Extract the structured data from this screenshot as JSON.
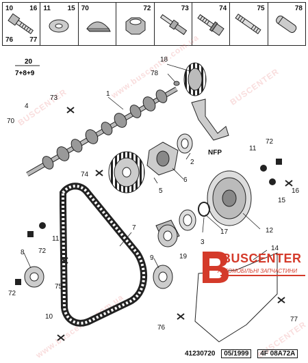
{
  "legend_cells": [
    {
      "tl": "10",
      "tr": "16",
      "bl": "76",
      "br": "77",
      "icon": "bolt-icon"
    },
    {
      "tl": "11",
      "tr": "15",
      "bl": "",
      "br": "",
      "icon": "washer-icon"
    },
    {
      "tl": "70",
      "tr": "",
      "bl": "",
      "br": "",
      "icon": "woodruff-key-icon"
    },
    {
      "tl": "",
      "tr": "72",
      "bl": "",
      "br": "",
      "icon": "nut-icon"
    },
    {
      "tl": "",
      "tr": "73",
      "bl": "",
      "br": "",
      "icon": "stud-icon"
    },
    {
      "tl": "",
      "tr": "74",
      "bl": "",
      "br": "",
      "icon": "flange-bolt-icon"
    },
    {
      "tl": "",
      "tr": "75",
      "bl": "",
      "br": "",
      "icon": "threaded-stud-icon"
    },
    {
      "tl": "",
      "tr": "78",
      "bl": "",
      "br": "",
      "icon": "dowel-pin-icon"
    }
  ],
  "ref_box": {
    "top": "20",
    "bottom": "7+8+9"
  },
  "labels": {
    "l1": "1",
    "l2": "2",
    "l3": "3",
    "l4": "4",
    "l5": "5",
    "l6": "6",
    "l7": "7",
    "l8": "8",
    "l9": "9",
    "l10": "10",
    "l11a": "11",
    "l11b": "11",
    "l12": "12",
    "l14": "14",
    "l15": "15",
    "l16": "16",
    "l17": "17",
    "l18": "18",
    "l19": "19",
    "l70": "70",
    "l72a": "72",
    "l72b": "72",
    "l72c": "72",
    "l73": "73",
    "l74": "74",
    "l75": "75",
    "l76": "76",
    "l77": "77",
    "l78": "78",
    "nfp": "NFP"
  },
  "logo": {
    "name": "BUSCENTER",
    "tagline": "АВТОМОБІЛЬНІ ЗАПЧАСТИНИ"
  },
  "watermark": "BUSCENTER",
  "watermark_url": "www.buscenter.com.ua",
  "footer": {
    "code": "41230720",
    "date": "05/1999",
    "ref": "4F 08A72A"
  }
}
